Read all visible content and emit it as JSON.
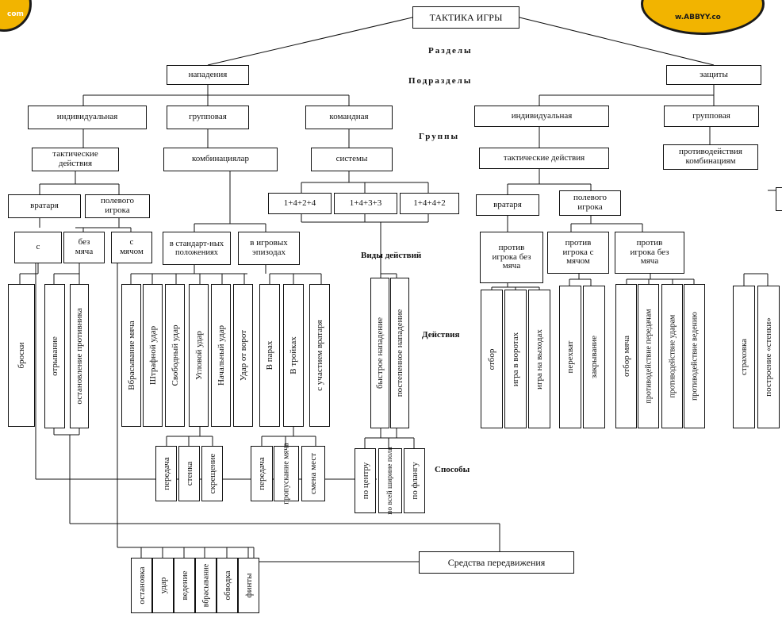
{
  "title": "ТАКТИКА ИГРЫ",
  "labels": {
    "razdely": "Разделы",
    "podrazdely": "Подразделы",
    "gruppy": "Группы",
    "vidy": "Виды действий",
    "deystviya": "Действия",
    "sposoby": "Способы"
  },
  "badges": {
    "left": "com",
    "right": "w.ABBYY.co"
  },
  "nodes": {
    "napadeniya": "нападения",
    "zaschity": "защиты",
    "ind_att": "индивидуальная",
    "grp_att": "групповая",
    "kom_att": "командная",
    "ind_def": "индивидуальная",
    "grp_def": "групповая",
    "takt_att": "тактические действия",
    "kombinatsii": "комбинациялар",
    "sistemy": "системы",
    "takt_def": "тактические действия",
    "protivod_komb": "противодействия комбинациям",
    "vratarya_att": "вратаря",
    "polevogo_att": "полевого игрока",
    "s1": "1+4+2+4",
    "s2": "1+4+3+3",
    "s3": "1+4+4+2",
    "vratarya_def": "вратаря",
    "polevogo_def": "полевого игрока",
    "s_box": "с",
    "bez_myacha": "без мяча",
    "s_myachom": "с мячом",
    "standart": "в стандарт-ных положениях",
    "igrovyh": "в игровых эпизодах",
    "protiv_bez_1": "против игрока без мяча",
    "protiv_s": "против игрока с мячом",
    "protiv_bez_2": "против игрока без мяча",
    "sredstva": "Средства передвижения"
  },
  "actions": {
    "broski": "броски",
    "otryvanie": "отрывание",
    "ostanovlenie": "остановление противника",
    "vbrasyvanie_myacha": "Вбрасывание мяча",
    "shtrafnoy": "Штрафной удар",
    "svobodny": "Свободный удар",
    "uglovoy": "Угловой удар",
    "nachalny": "Начальный удар",
    "ot_vorot": "Удар от ворот",
    "v_parah": "В парах",
    "v_troykah": "В тройках",
    "s_uchastiem": "с участием вратаря",
    "bystroe": "быстрое нападение",
    "postepennoe": "постепенное нападение",
    "otbor": "отбор",
    "igra_v_vorotah": "игра в воротах",
    "igra_na_vyhodah": "игра на выходах",
    "perehvat": "перехват",
    "zakryvanie": "закрывание",
    "otbor_myacha": "отбор мяча",
    "protiv_peredacham": "противодействие передачам",
    "protiv_udaram": "противодействие ударам",
    "protiv_vedeniyu": "противодействие ведению",
    "strahovka": "страховка",
    "postroenie": "построение «стенки»"
  },
  "ways": {
    "peredacha1": "передача",
    "stenka": "стенка",
    "skreschenie": "скрещение",
    "peredacha2": "передача",
    "propuskanie": "пропускание мяча",
    "smena_mest": "смена мест",
    "po_tsentru": "по центру",
    "po_vsey": "по всей ширине поля",
    "po_flangu": "по флангу"
  },
  "means": {
    "ostanovka": "остановка",
    "udar": "удар",
    "vedenie": "ведение",
    "vbrasyvanie": "вбрасывание",
    "obvodka": "обводка",
    "finty": "финты"
  }
}
